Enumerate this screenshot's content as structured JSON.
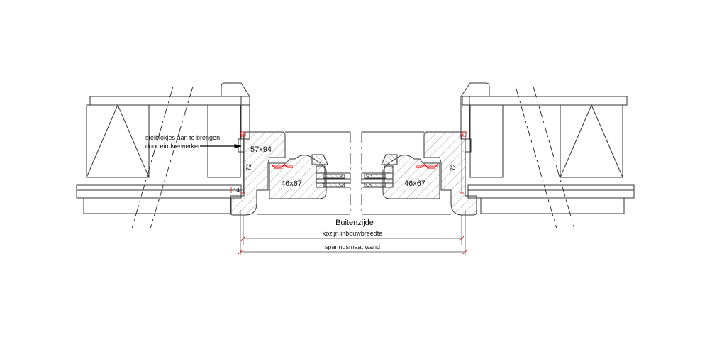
{
  "labels": {
    "note_line1": "stelblokjes aan te brengen",
    "note_line2": "door eindverwerker",
    "frame_left": "57x94",
    "sash_left": "46x67",
    "sash_right": "46x67",
    "dim_72_left": "72",
    "dim_72_right": "72",
    "dim_14": "14",
    "side": "Buitenzijde",
    "frame_width": "kozijn inbouwbreedte",
    "opening_width": "sparingsmaat wand"
  },
  "colors": {
    "line": "#333333",
    "seal": "#e00000",
    "dimension": "#444444"
  }
}
